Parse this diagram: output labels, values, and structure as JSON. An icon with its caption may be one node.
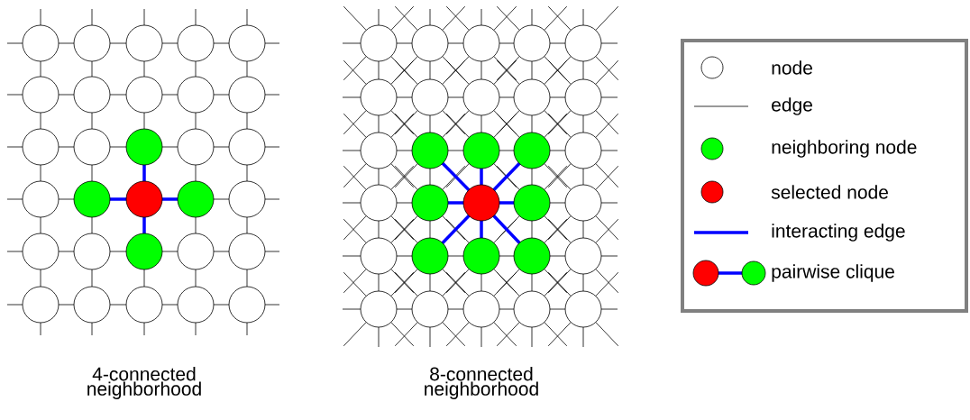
{
  "diagram": {
    "labels": [
      "4-connected neighborhood",
      "8-connected neighborhood"
    ],
    "legend": [
      {
        "text": "node"
      },
      {
        "text": "edge"
      },
      {
        "text": "neighboring node",
        "color": "#00ff00"
      },
      {
        "text": "selected node",
        "color": "#ff0000"
      },
      {
        "text": "interacting edge"
      },
      {
        "text": "pairwise clique"
      }
    ]
  }
}
